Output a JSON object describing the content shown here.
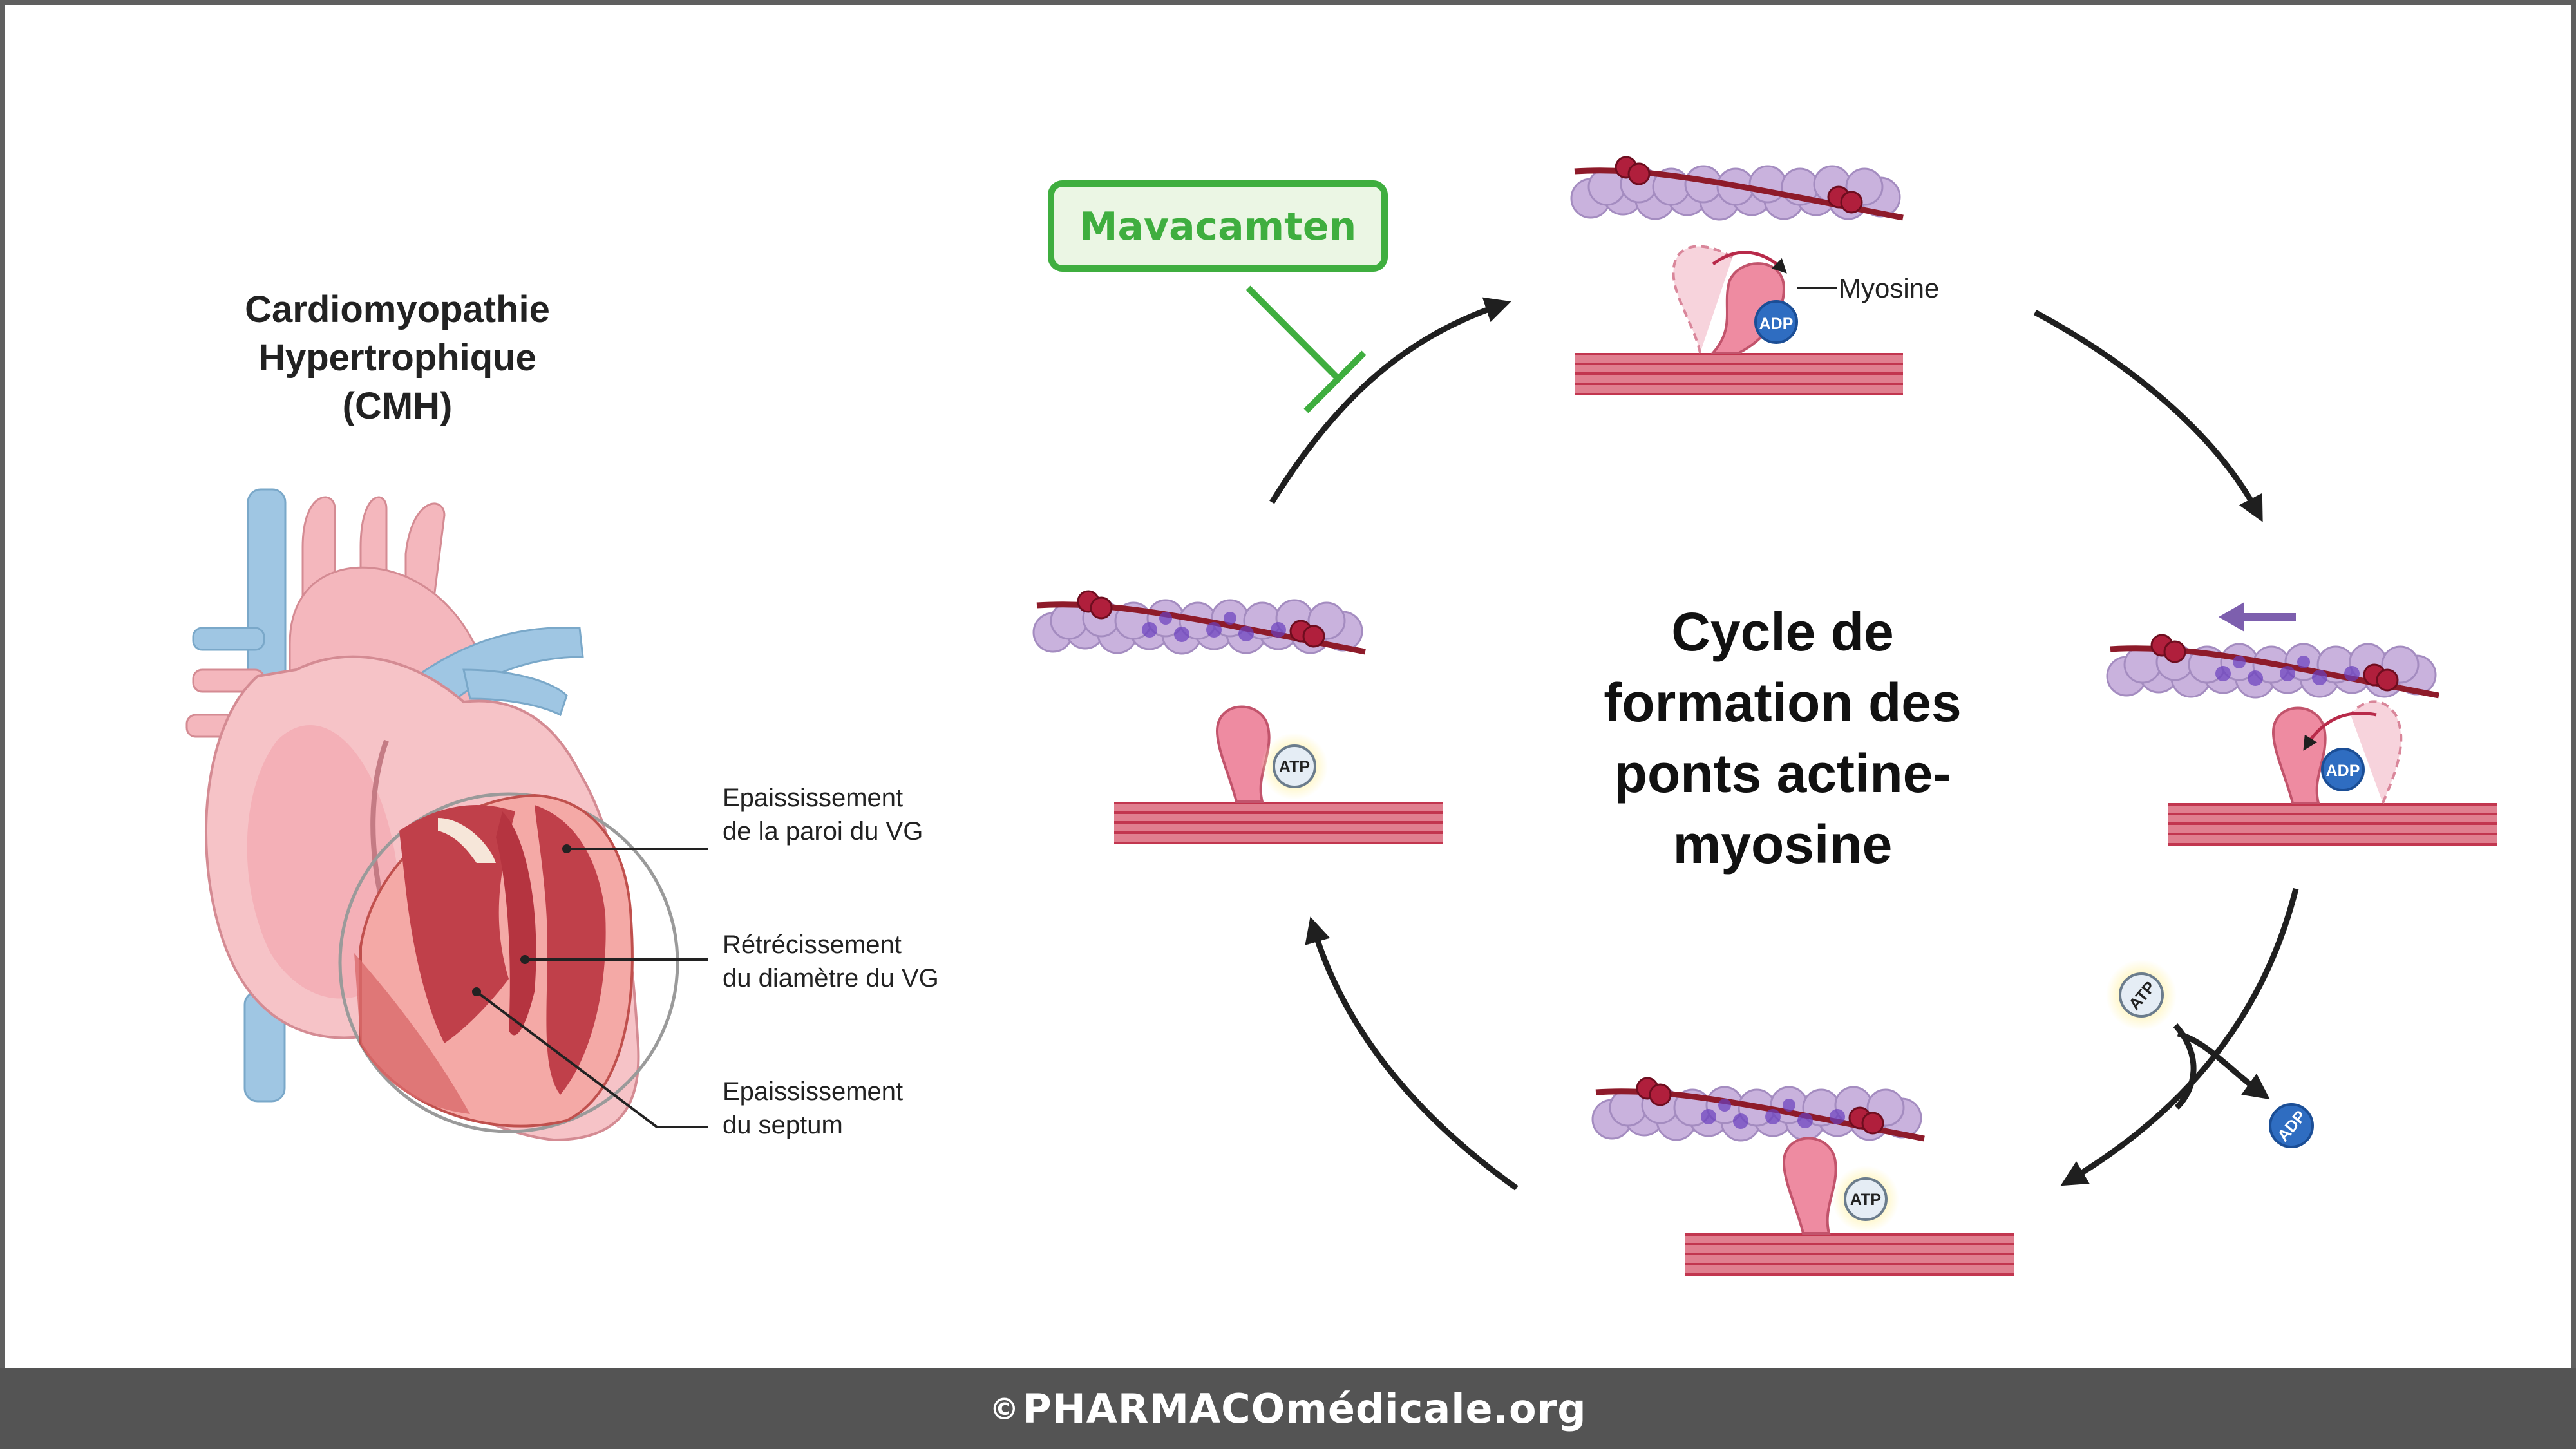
{
  "left_title": [
    "Cardiomyopathie",
    "Hypertrophique",
    "(CMH)"
  ],
  "heart_annotations": [
    [
      "Epaississement",
      "de la paroi du VG"
    ],
    [
      "Rétrécissement",
      "du diamètre du VG"
    ],
    [
      "Epaississement",
      "du septum"
    ]
  ],
  "drug_label": "Mavacamten",
  "cycle_title": [
    "Cycle de",
    "formation des",
    "ponts actine-",
    "myosine"
  ],
  "myosin_label": "Myosine",
  "molecules": {
    "adp": "ADP",
    "atp": "ATP"
  },
  "footer": {
    "symbol": "©",
    "text": "PHARMACOmédicale.org"
  },
  "colors": {
    "drug_green": "#3fae3f",
    "frame": "#5f5f5f",
    "footer_bg": "#545454"
  }
}
